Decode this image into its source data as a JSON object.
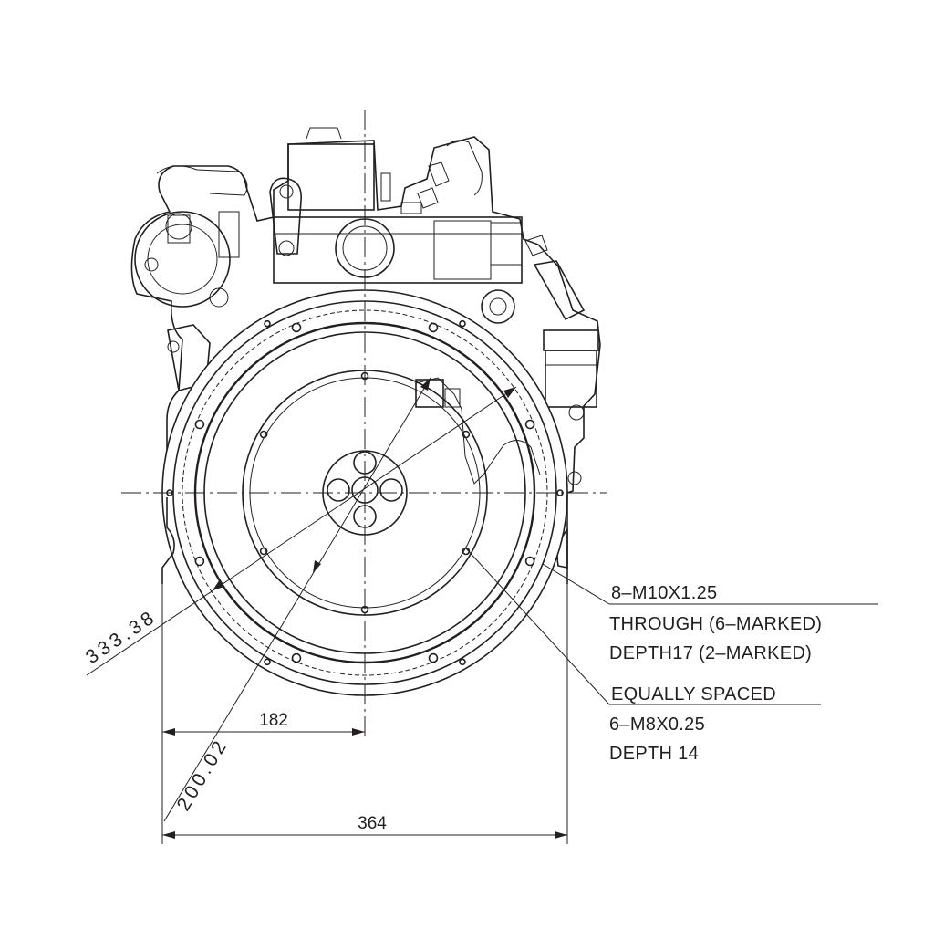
{
  "dimensions": {
    "half_width": "182",
    "full_width": "364",
    "pcd_large": "333.38",
    "pcd_small": "200.02"
  },
  "callouts": {
    "upper": {
      "line1": "8–M10X1.25",
      "line2": "THROUGH  (6–MARKED)",
      "line3": "DEPTH17  (2–MARKED)"
    },
    "lower": {
      "line1": "EQUALLY SPACED",
      "line2": "6–M8X0.25",
      "line3": "DEPTH 14"
    }
  }
}
